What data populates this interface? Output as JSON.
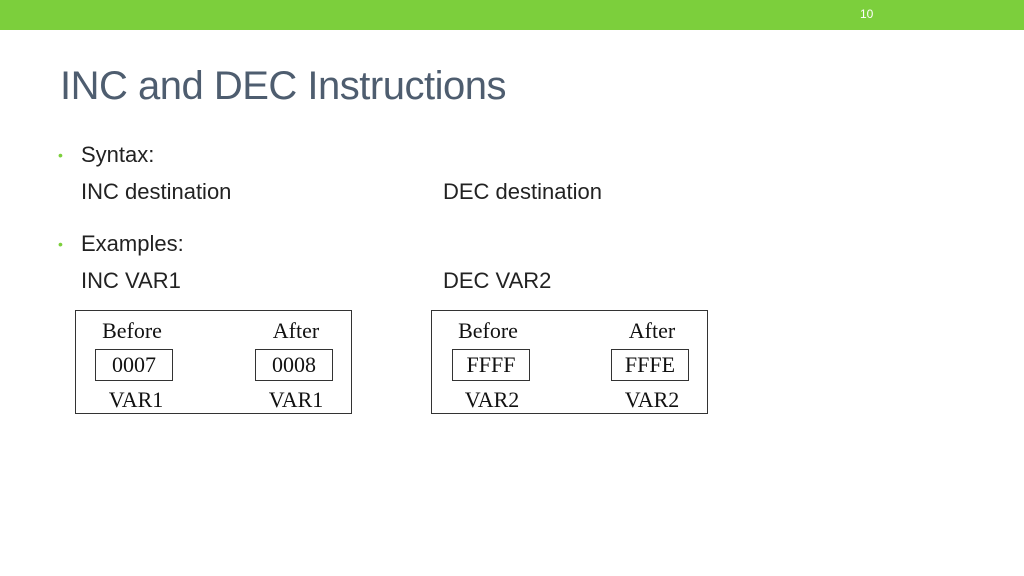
{
  "slide": {
    "number": "10",
    "title": "INC and DEC Instructions"
  },
  "bullets": [
    {
      "label": "Syntax:"
    },
    {
      "label": "Examples:"
    }
  ],
  "syntax": {
    "inc": "INC destination",
    "dec": "DEC destination"
  },
  "examples": {
    "inc": "INC VAR1",
    "dec": "DEC VAR2"
  },
  "diagrams": {
    "inc": {
      "before_label": "Before",
      "after_label": "After",
      "before_value": "0007",
      "after_value": "0008",
      "before_var": "VAR1",
      "after_var": "VAR1"
    },
    "dec": {
      "before_label": "Before",
      "after_label": "After",
      "before_value": "FFFF",
      "after_value": "FFFE",
      "before_var": "VAR2",
      "after_var": "VAR2"
    }
  },
  "colors": {
    "accent": "#7ccf3c",
    "title": "#4e5d6f"
  }
}
